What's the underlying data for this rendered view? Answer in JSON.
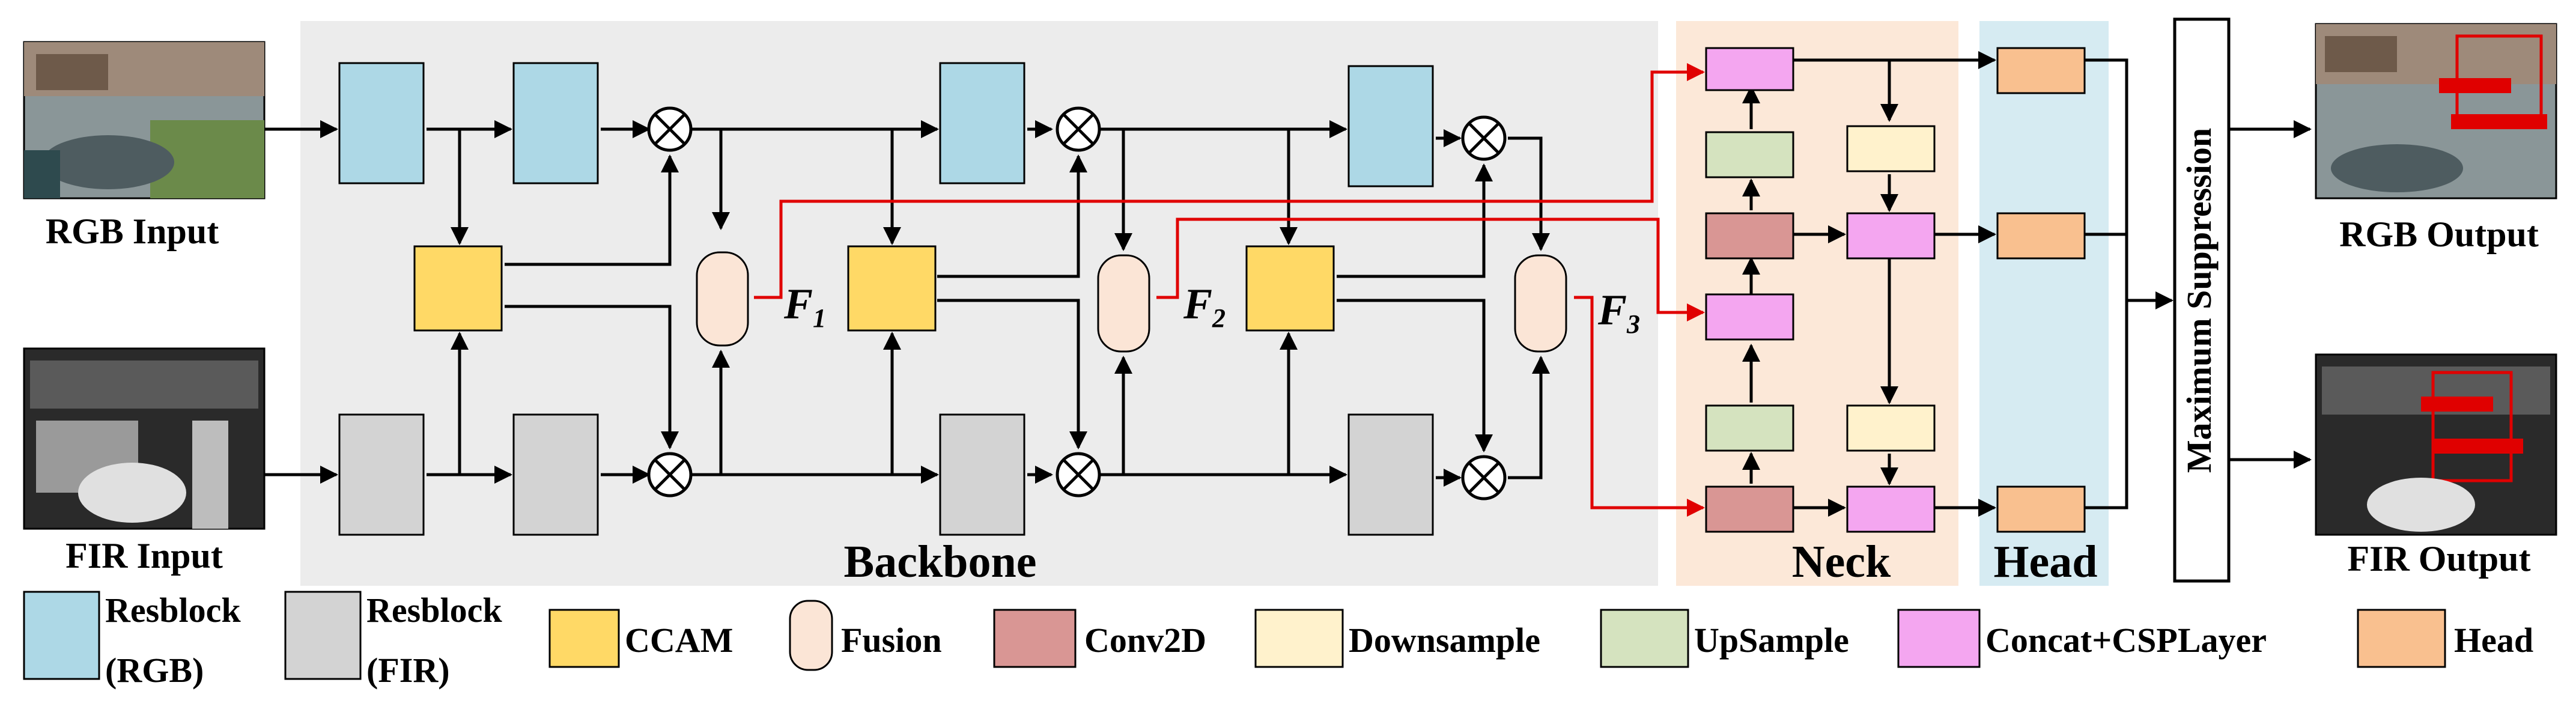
{
  "inputs": {
    "rgb_label": "RGB Input",
    "fir_label": "FIR Input"
  },
  "outputs": {
    "rgb_label": "RGB Output",
    "fir_label": "FIR Output"
  },
  "regions": {
    "backbone": "Backbone",
    "neck": "Neck",
    "head": "Head",
    "nms": "Maximum Suppression"
  },
  "features": {
    "f1_main": "F",
    "f1_sub": "1",
    "f2_main": "F",
    "f2_sub": "2",
    "f3_main": "F",
    "f3_sub": "3"
  },
  "legend": {
    "resblock_rgb_line1": "Resblock",
    "resblock_rgb_line2": "(RGB)",
    "resblock_fir_line1": "Resblock",
    "resblock_fir_line2": "(FIR)",
    "ccam": "CCAM",
    "fusion": "Fusion",
    "conv2d": "Conv2D",
    "downsample": "Downsample",
    "upsample": "UpSample",
    "concat": "Concat+CSPLayer",
    "head": "Head"
  },
  "colors": {
    "resblock_rgb": "#add8e6",
    "resblock_fir": "#d3d3d3",
    "ccam": "#ffd966",
    "fusion": "#fbe5d6",
    "conv2d": "#d99694",
    "downsample": "#fff2cc",
    "upsample": "#d5e3bf",
    "concat": "#f4a6f0",
    "head": "#f9c08f",
    "backbone_bg": "#ececec",
    "neck_bg": "#fce8d8",
    "head_bg": "#d6ebf2",
    "red_line": "#e00000"
  }
}
